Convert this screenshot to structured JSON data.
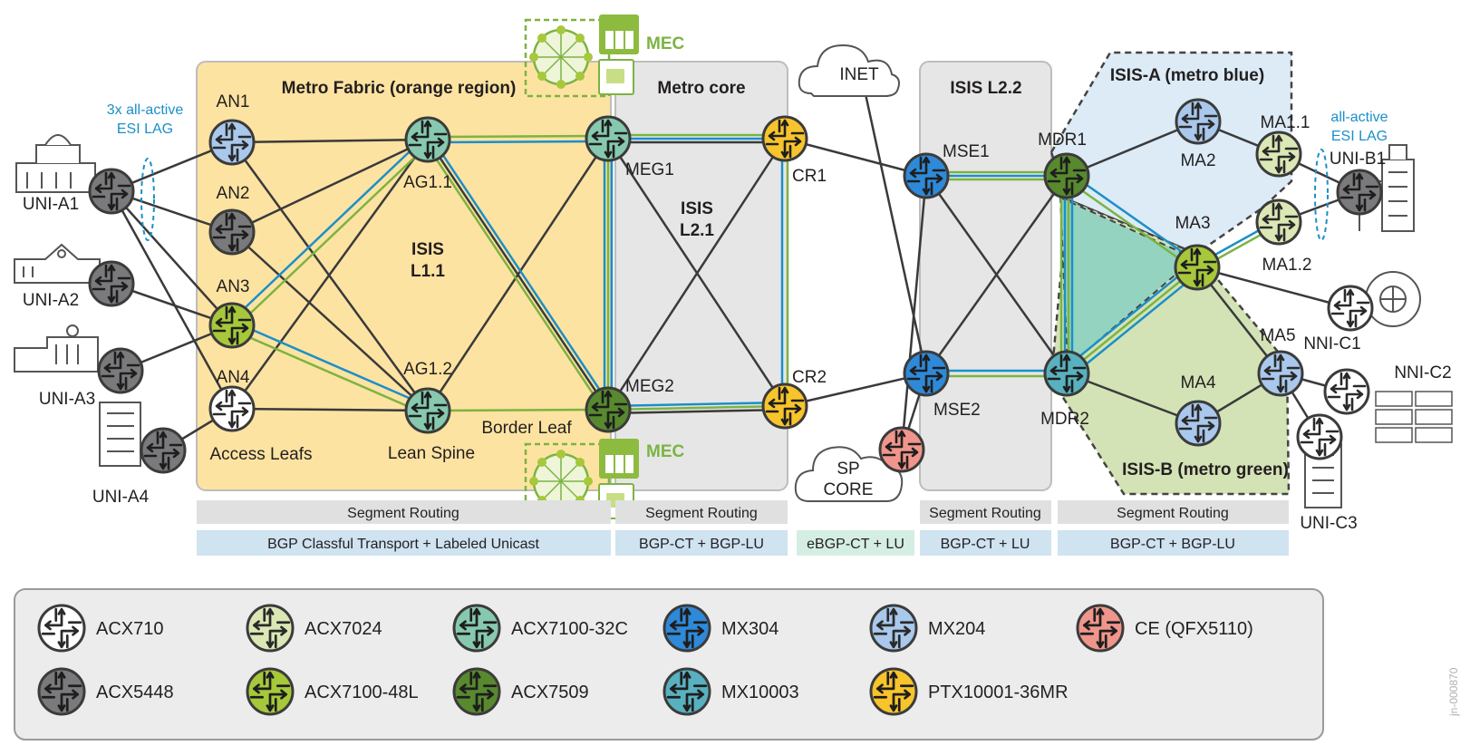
{
  "colors": {
    "acx710": "#ffffff",
    "acx5448": "#7a7a7c",
    "acx7024": "#dbe8b5",
    "acx7100_48l": "#a6c83a",
    "acx7100_32c": "#86c9ae",
    "acx7509": "#58892e",
    "mx304": "#2e8ad8",
    "mx10003": "#58b1bf",
    "mx204": "#a9c8ec",
    "ptx": "#f8c42c",
    "ce": "#f0958b",
    "orange_region": "#fde3a1",
    "gray_region": "#e6e6e6",
    "blue_region": "#dcebf5",
    "green_region": "#d3e3b5",
    "teal_region": "#94d3c0",
    "link_blue": "#1b8fc9",
    "link_green": "#7cb342",
    "link_dark": "#3a3a3c",
    "bar_gray": "#e0e0e0",
    "bar_blue": "#cfe3f1",
    "bar_mint": "#d4eee3"
  },
  "regions": {
    "metro_fabric": "Metro Fabric (orange region)",
    "metro_core": "Metro core",
    "isis_l22": "ISIS L2.2",
    "isis_a": "ISIS-A (metro blue)",
    "isis_b": "ISIS-B (metro green)",
    "isis_l11_line1": "ISIS",
    "isis_l11_line2": "L1.1",
    "isis_l21_line1": "ISIS",
    "isis_l21_line2": "L2.1"
  },
  "clouds": {
    "inet": "INET",
    "sp_core_line1": "SP",
    "sp_core_line2": "CORE"
  },
  "mec": {
    "label": "MEC"
  },
  "annotations": {
    "esi_lag_left_line1": "3x all-active",
    "esi_lag_left_line2": "ESI LAG",
    "esi_lag_right_line1": "all-active",
    "esi_lag_right_line2": "ESI LAG",
    "access_leafs": "Access Leafs",
    "lean_spine": "Lean Spine",
    "border_leaf": "Border Leaf"
  },
  "nodes": {
    "an1": "AN1",
    "an2": "AN2",
    "an3": "AN3",
    "an4": "AN4",
    "ag11": "AG1.1",
    "ag12": "AG1.2",
    "meg1": "MEG1",
    "meg2": "MEG2",
    "cr1": "CR1",
    "cr2": "CR2",
    "mse1": "MSE1",
    "mse2": "MSE2",
    "mdr1": "MDR1",
    "mdr2": "MDR2",
    "ma2": "MA2",
    "ma3": "MA3",
    "ma4": "MA4",
    "ma5": "MA5",
    "ma11": "MA1.1",
    "ma12": "MA1.2",
    "uni_a1": "UNI-A1",
    "uni_a2": "UNI-A2",
    "uni_a3": "UNI-A3",
    "uni_a4": "UNI-A4",
    "uni_b1": "UNI-B1",
    "uni_c3": "UNI-C3",
    "nni_c1": "NNI-C1",
    "nni_c2": "NNI-C2"
  },
  "bars": {
    "sr1": "Segment Routing",
    "sr2": "Segment Routing",
    "sr3": "Segment Routing",
    "sr4": "Segment Routing",
    "bgp1": "BGP Classful Transport + Labeled Unicast",
    "bgp2": "BGP-CT + BGP-LU",
    "bgp3": "eBGP-CT + LU",
    "bgp4": "BGP-CT + LU",
    "bgp5": "BGP-CT + BGP-LU"
  },
  "legend": [
    {
      "label": "ACX710",
      "color": "#ffffff"
    },
    {
      "label": "ACX7024",
      "color": "#dbe8b5"
    },
    {
      "label": "ACX7100-32C",
      "color": "#86c9ae"
    },
    {
      "label": "MX304",
      "color": "#2e8ad8"
    },
    {
      "label": "MX204",
      "color": "#a9c8ec"
    },
    {
      "label": "CE (QFX5110)",
      "color": "#f0958b"
    },
    {
      "label": "ACX5448",
      "color": "#7a7a7c"
    },
    {
      "label": "ACX7100-48L",
      "color": "#a6c83a"
    },
    {
      "label": "ACX7509",
      "color": "#58892e"
    },
    {
      "label": "MX10003",
      "color": "#58b1bf"
    },
    {
      "label": "PTX10001-36MR",
      "color": "#f8c42c"
    }
  ],
  "figure_id": "jn-000870"
}
